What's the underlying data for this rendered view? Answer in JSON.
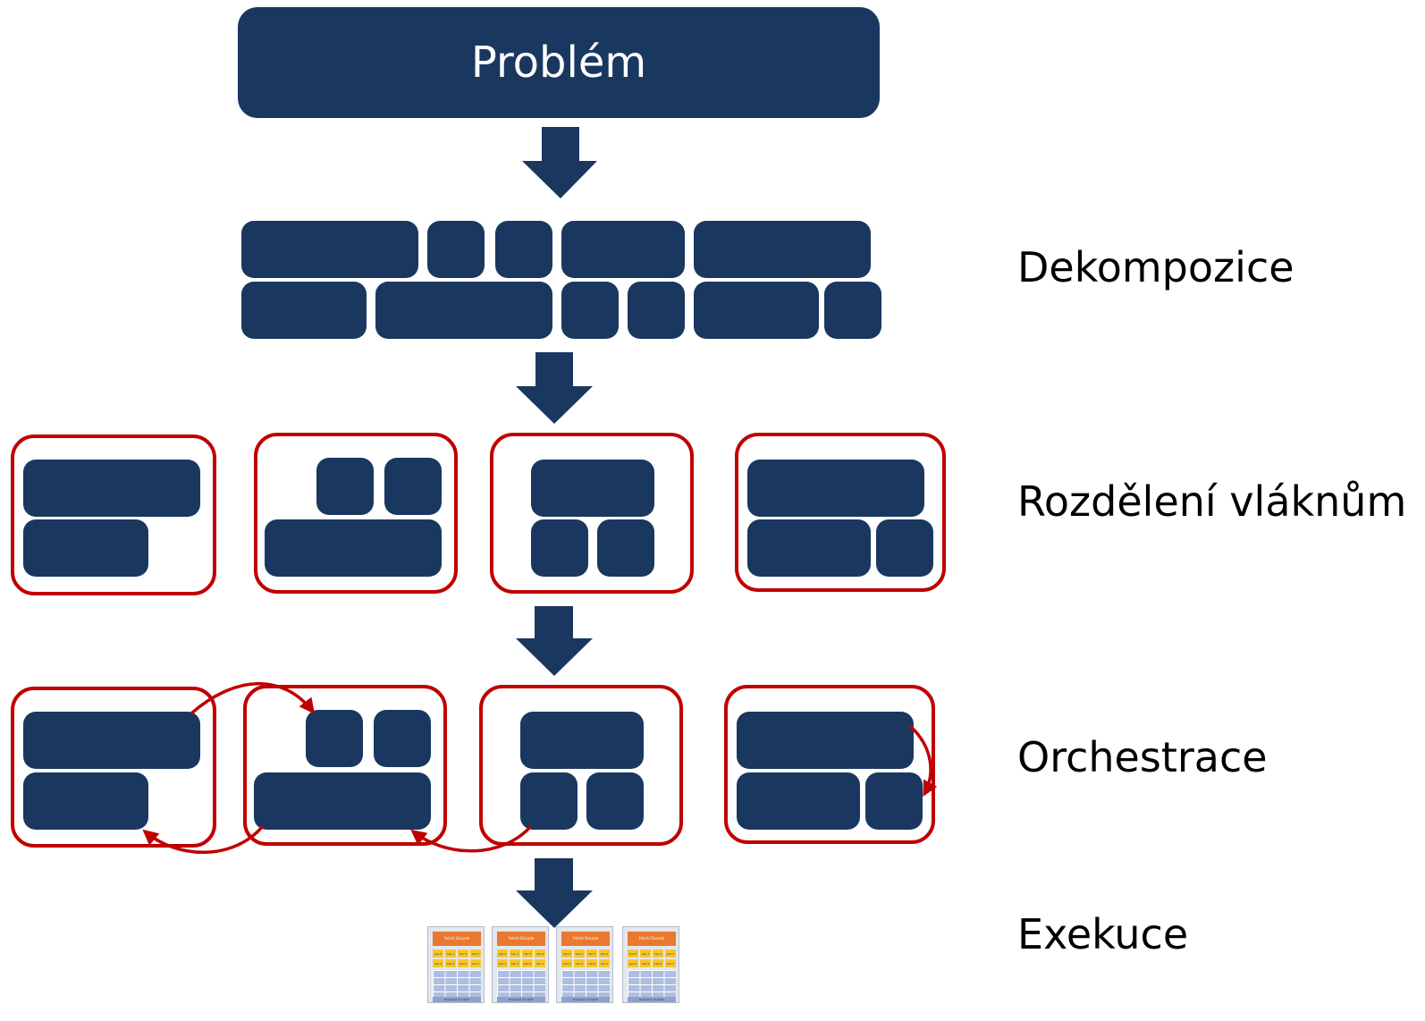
{
  "problem_label": "Problém",
  "stages": {
    "decomposition": "Dekompozice",
    "assignment": "Rozdělení vláknům",
    "orchestration": "Orchestrace",
    "execution": "Exekuce"
  },
  "core": {
    "fetch_decode": "Fetch/ Decode",
    "alus_row1": [
      "ALU 0",
      "ALU 1",
      "ALU 2",
      "ALU 3"
    ],
    "alus_row2": [
      "ALU 4",
      "ALU 5",
      "ALU 6",
      "ALU 7"
    ],
    "context": "Execution Context"
  },
  "colors": {
    "block": "#1a3760",
    "frame": "#c00000",
    "fetch": "#e8792f",
    "alu": "#f7c52a",
    "context": "#aebee0"
  }
}
